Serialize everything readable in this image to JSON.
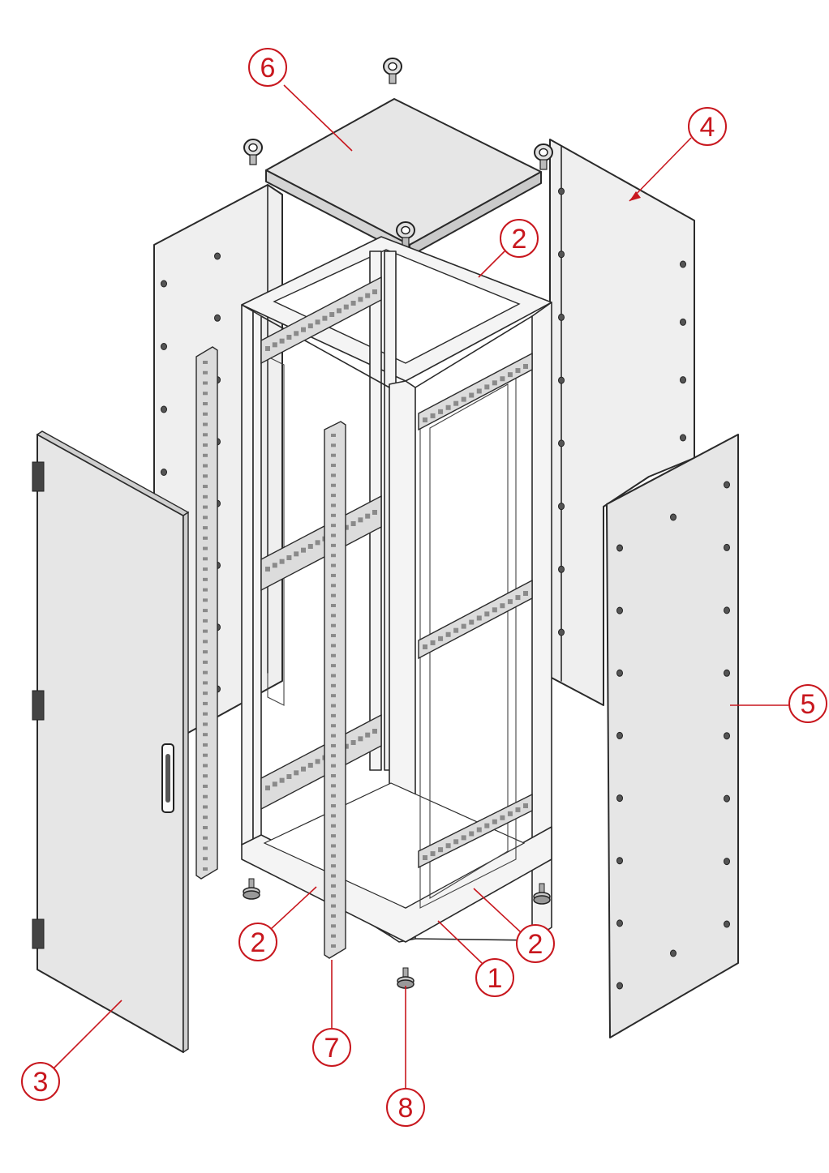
{
  "callouts": [
    {
      "id": "c6",
      "label": "6"
    },
    {
      "id": "c4",
      "label": "4"
    },
    {
      "id": "c2a",
      "label": "2"
    },
    {
      "id": "c5",
      "label": "5"
    },
    {
      "id": "c2b",
      "label": "2"
    },
    {
      "id": "c2c",
      "label": "2"
    },
    {
      "id": "c1",
      "label": "1"
    },
    {
      "id": "c7",
      "label": "7"
    },
    {
      "id": "c3",
      "label": "3"
    },
    {
      "id": "c8",
      "label": "8"
    }
  ],
  "colors": {
    "callout": "#c8171e",
    "line": "#2a2a2a",
    "panel": "#e6e6e6"
  }
}
